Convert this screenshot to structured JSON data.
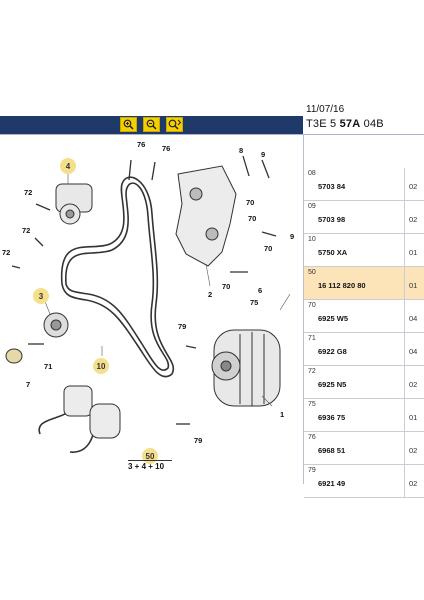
{
  "header": {
    "date": "11/07/16",
    "ref_prefix": "T3E 5 ",
    "ref_bold": "57A",
    "ref_suffix": " 04B"
  },
  "toolbar": {
    "icons": [
      "zoom-in-icon",
      "zoom-out-icon",
      "zoom-fit-icon"
    ]
  },
  "parts": [
    {
      "num": "08",
      "code": "5703 84",
      "qty": "02",
      "highlight": false
    },
    {
      "num": "09",
      "code": "5703 98",
      "qty": "02",
      "highlight": false
    },
    {
      "num": "10",
      "code": "5750 XA",
      "qty": "01",
      "highlight": false
    },
    {
      "num": "50",
      "code": "16 112 820 80",
      "qty": "01",
      "highlight": true
    },
    {
      "num": "70",
      "code": "6925 W5",
      "qty": "04",
      "highlight": false
    },
    {
      "num": "71",
      "code": "6922 G8",
      "qty": "04",
      "highlight": false
    },
    {
      "num": "72",
      "code": "6925 N5",
      "qty": "02",
      "highlight": false
    },
    {
      "num": "75",
      "code": "6936 75",
      "qty": "01",
      "highlight": false
    },
    {
      "num": "76",
      "code": "6968 51",
      "qty": "02",
      "highlight": false
    },
    {
      "num": "79",
      "code": "6921 49",
      "qty": "02",
      "highlight": false
    }
  ],
  "callouts": {
    "c76a": "76",
    "c76b": "76",
    "c8": "8",
    "c9": "9",
    "c72a": "72",
    "c72b": "72",
    "c72c": "72",
    "c70a": "70",
    "c70b": "70",
    "c70c": "70",
    "c70d": "70",
    "c9b": "9",
    "c6": "6",
    "c75": "75",
    "c2": "2",
    "c79a": "79",
    "c79b": "79",
    "c71": "71",
    "c7": "7",
    "c1": "1"
  },
  "badges": {
    "b4": "4",
    "b3": "3",
    "b10": "10",
    "b50": "50"
  },
  "formula": "3 + 4 + 10"
}
